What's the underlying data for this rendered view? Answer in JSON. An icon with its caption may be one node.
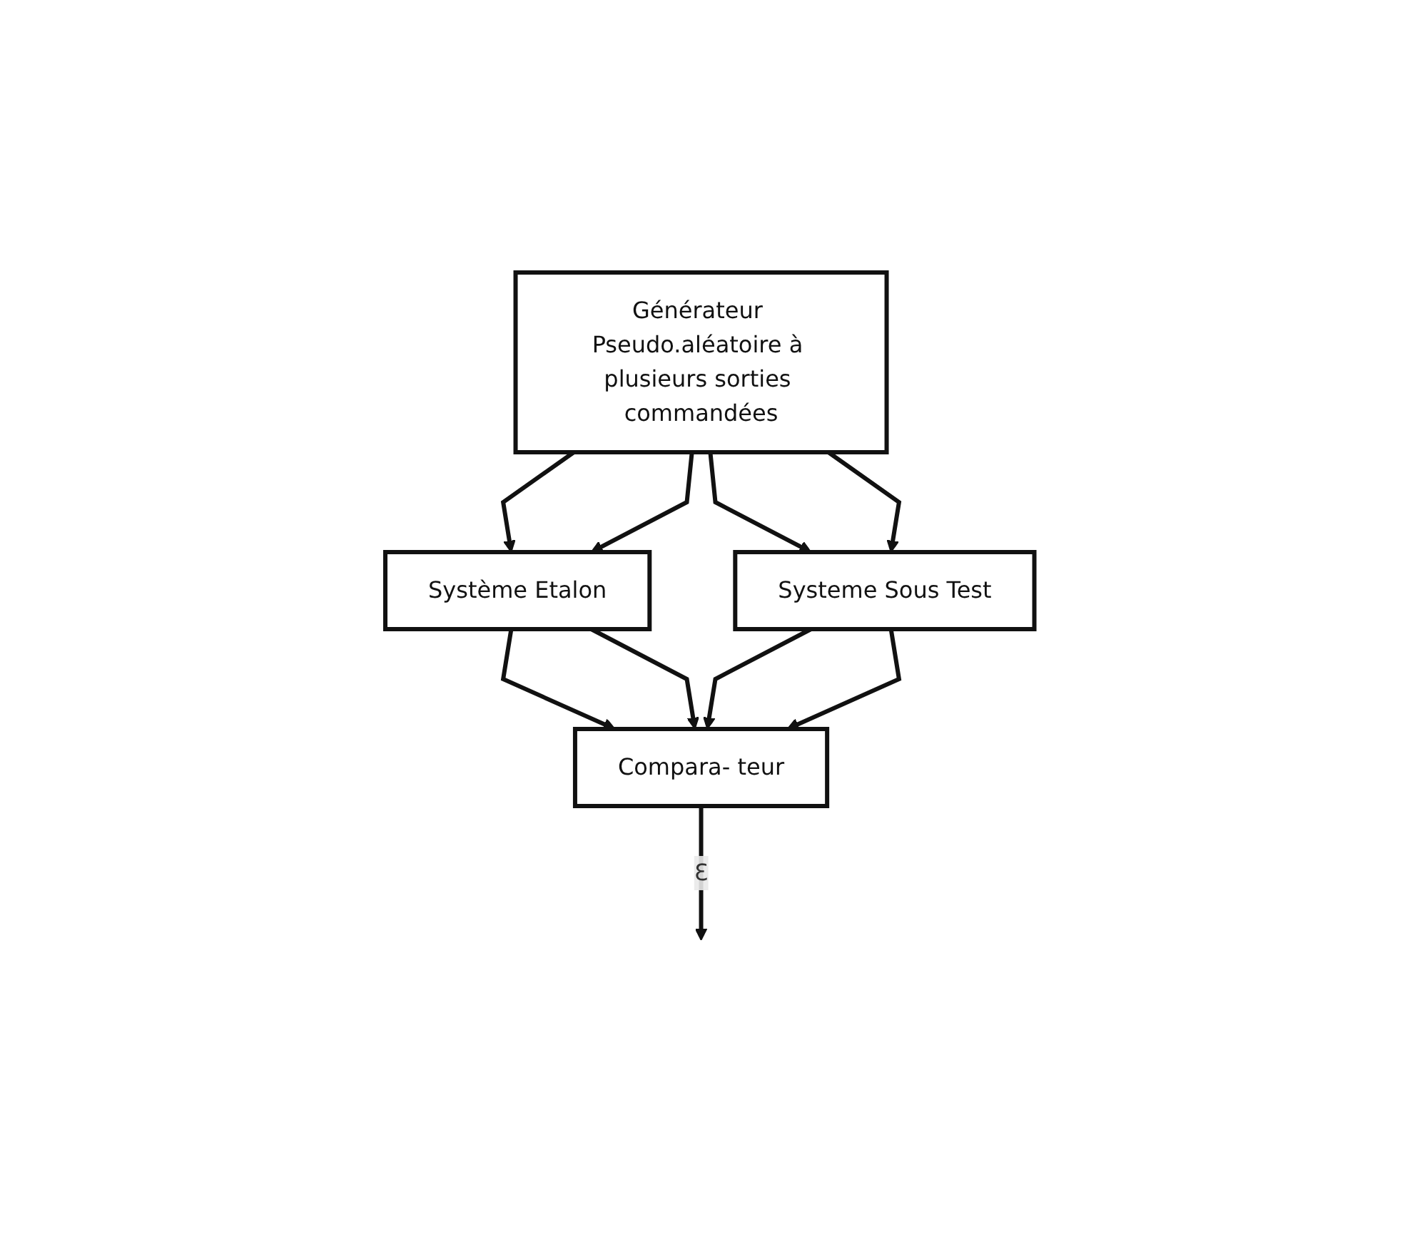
{
  "diagram": {
    "nodes": [
      {
        "text": [
          "Générateur Pseudo.aléatoire à plusieurs sorties commandées"
        ]
      },
      {
        "text": [
          "Système Etalon"
        ]
      },
      {
        "text": [
          "Systeme Sous Test"
        ]
      },
      {
        "text": [
          "Compara- teur"
        ]
      }
    ],
    "edges": [
      {
        "from": 0,
        "to": 1,
        "arrow": "to"
      },
      {
        "from": 0,
        "to": 1,
        "arrow": "to"
      },
      {
        "from": 0,
        "to": 2,
        "arrow": "to"
      },
      {
        "from": 0,
        "to": 2,
        "arrow": "to"
      },
      {
        "from": 1,
        "to": 3,
        "arrow": "to"
      },
      {
        "from": 1,
        "to": 3,
        "arrow": "to"
      },
      {
        "from": 2,
        "to": 3,
        "arrow": "to"
      },
      {
        "from": 2,
        "to": 3,
        "arrow": "to"
      },
      {
        "from": 3,
        "to": null,
        "arrow": "to",
        "label": "Ɛ"
      }
    ]
  }
}
